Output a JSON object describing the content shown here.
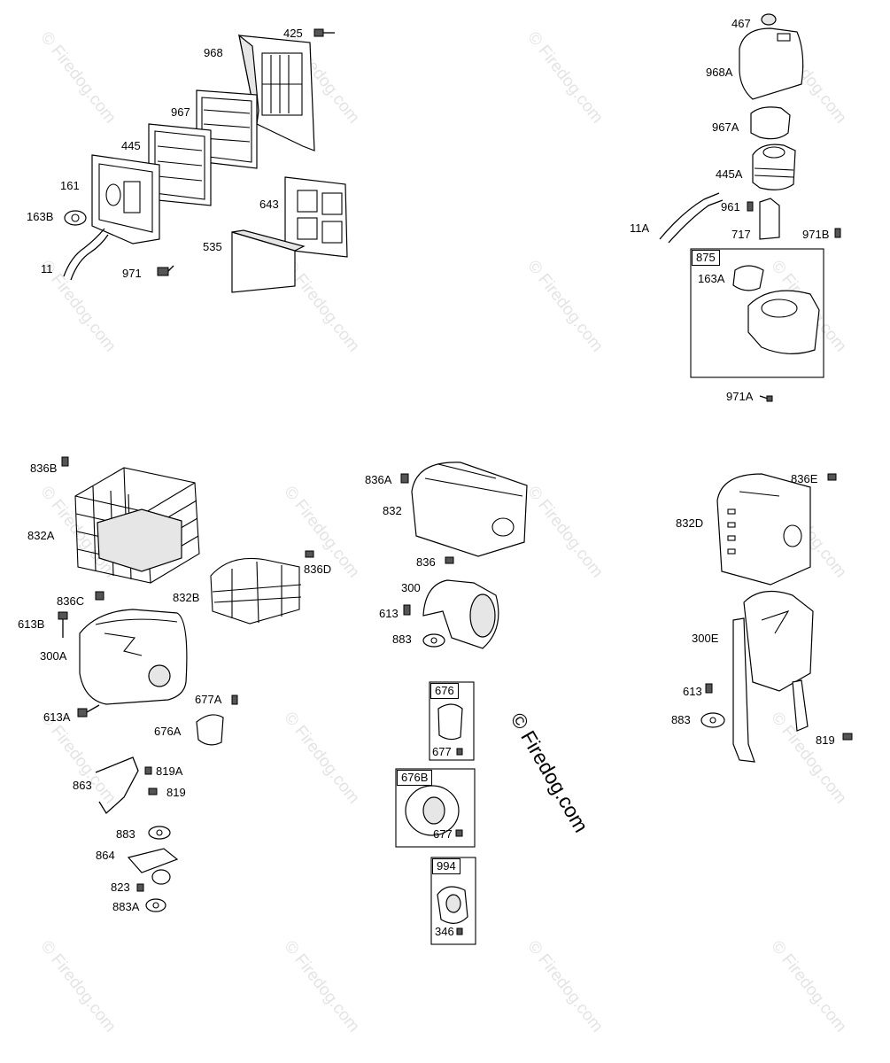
{
  "watermark_text": "© Firedog.com",
  "big_watermark_text": "© Firedog.com",
  "labels": {
    "l425": "425",
    "l968": "968",
    "l967": "967",
    "l445": "445",
    "l161": "161",
    "l163B": "163B",
    "l11": "11",
    "l971": "971",
    "l643": "643",
    "l535": "535",
    "l467": "467",
    "l968A": "968A",
    "l967A": "967A",
    "l445A": "445A",
    "l961": "961",
    "l11A": "11A",
    "l717": "717",
    "l971B": "971B",
    "l163A": "163A",
    "l971A": "971A",
    "l836B": "836B",
    "l832A": "832A",
    "l836D": "836D",
    "l832B": "832B",
    "l836C": "836C",
    "l613B": "613B",
    "l300A": "300A",
    "l613A": "613A",
    "l677A": "677A",
    "l676A": "676A",
    "l819A": "819A",
    "l863": "863",
    "l819": "819",
    "l883": "883",
    "l864": "864",
    "l823": "823",
    "l883A": "883A",
    "l836A": "836A",
    "l832": "832",
    "l836": "836",
    "l300": "300",
    "l613": "613",
    "l883b": "883",
    "l677": "677",
    "l677b": "677",
    "l346": "346",
    "l836E": "836E",
    "l832D": "832D",
    "l300E": "300E",
    "l613c": "613",
    "l883c": "883",
    "l819c": "819"
  },
  "boxes": {
    "b875": "875",
    "b676": "676",
    "b676B": "676B",
    "b994": "994"
  }
}
